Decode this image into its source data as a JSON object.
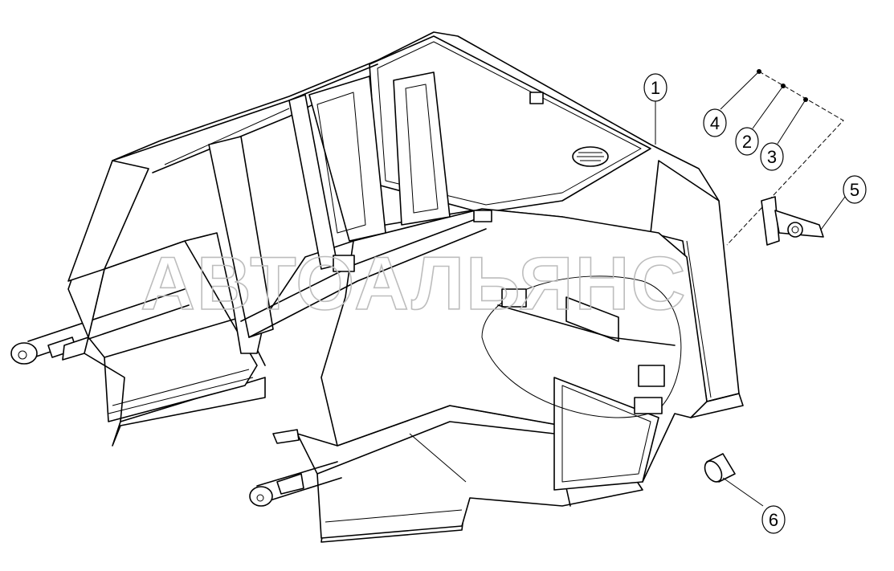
{
  "diagram": {
    "callouts": [
      {
        "id": "c1",
        "label": "1"
      },
      {
        "id": "c2",
        "label": "2"
      },
      {
        "id": "c3",
        "label": "3"
      },
      {
        "id": "c4",
        "label": "4"
      },
      {
        "id": "c5",
        "label": "5"
      },
      {
        "id": "c6",
        "label": "6"
      }
    ],
    "watermark": "АВТОАЛЬЯНС"
  }
}
